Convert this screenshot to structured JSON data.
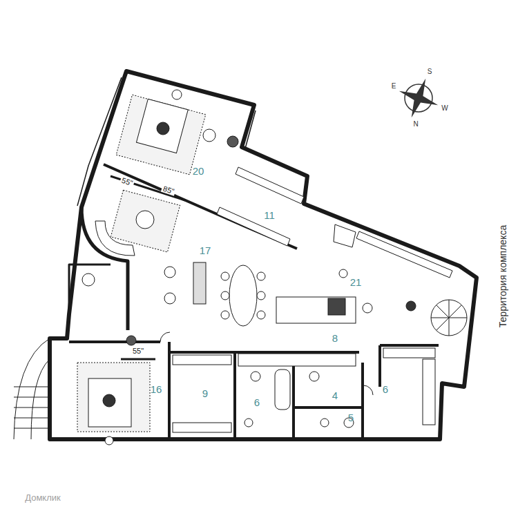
{
  "diagram": {
    "labels": [
      "S",
      "E",
      "W",
      "N",
      "20",
      "55\"",
      "85\"",
      "11",
      "17",
      "21",
      "Территория комплекса",
      "8",
      "55\"",
      "16",
      "9",
      "6",
      "4",
      "6",
      "5",
      "Домклик"
    ]
  }
}
